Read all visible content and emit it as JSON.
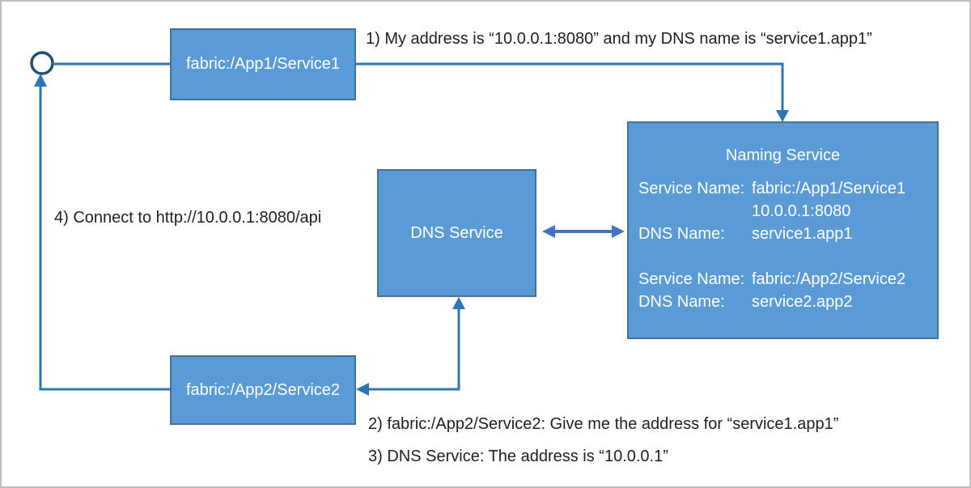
{
  "diagram": {
    "nodes": {
      "app1": {
        "label": "fabric:/App1/Service1"
      },
      "app2": {
        "label": "fabric:/App2/Service2"
      },
      "dns": {
        "label": "DNS Service"
      },
      "naming": {
        "title": "Naming Service",
        "entries": [
          {
            "label": "Service Name:",
            "value": "fabric:/App1/Service1"
          },
          {
            "label": "",
            "value": "10.0.0.1:8080"
          },
          {
            "label": "DNS Name:",
            "value": "service1.app1"
          },
          {
            "label": "",
            "value": ""
          },
          {
            "label": "Service Name:",
            "value": "fabric:/App2/Service2"
          },
          {
            "label": "DNS Name:",
            "value": "service2.app2"
          }
        ]
      }
    },
    "annotations": {
      "step1": "1) My address is “10.0.0.1:8080” and my DNS name is “service1.app1”",
      "step2": "2) fabric:/App2/Service2: Give me the address for “service1.app1”",
      "step3": "3) DNS Service: The address is “10.0.0.1”",
      "step4": "4) Connect to http://10.0.0.1:8080/api"
    },
    "colors": {
      "box_fill": "#5B9BD5",
      "box_border": "#41719C",
      "connector": "#2E75B6",
      "double_arrow": "#4472C4",
      "circle_stroke": "#1F4E79",
      "annotation_text": "#1f1f1f",
      "box_text": "#ffffff",
      "canvas_border": "#BFBFBF"
    }
  }
}
